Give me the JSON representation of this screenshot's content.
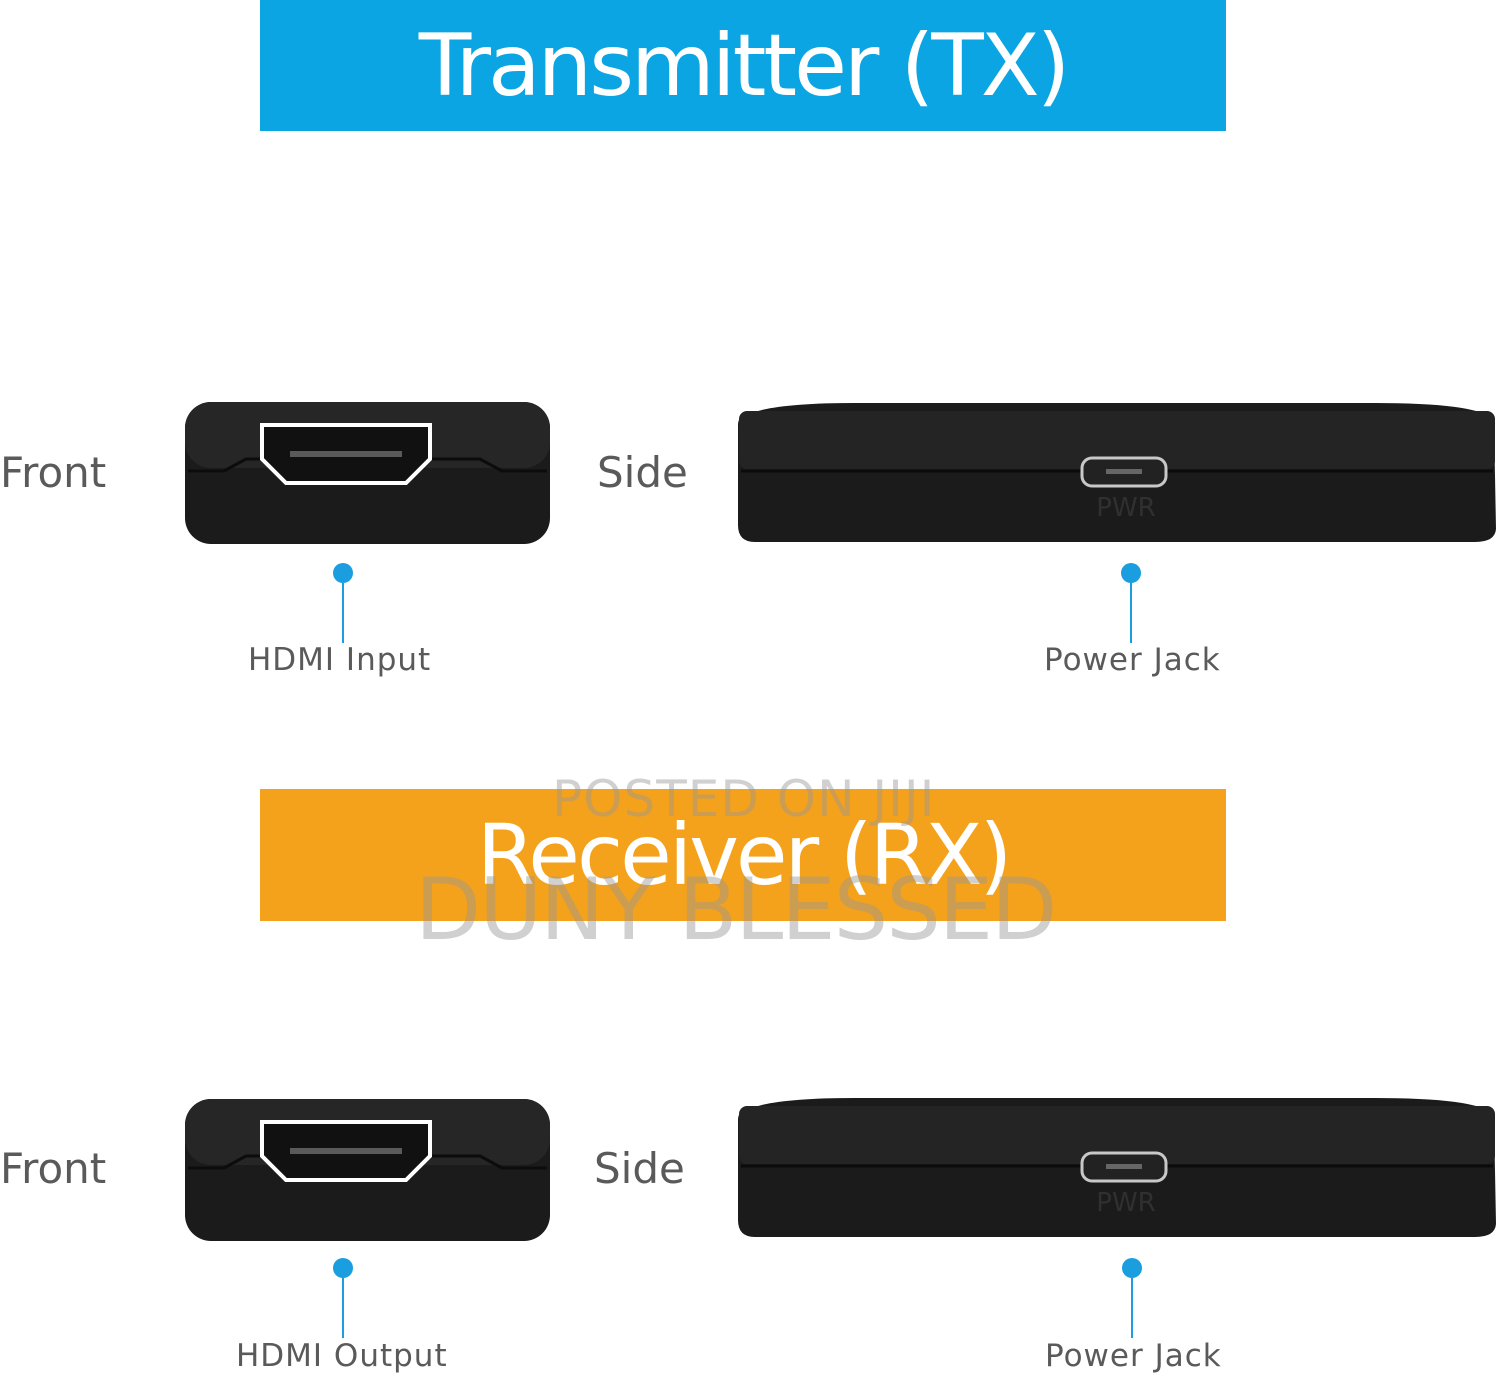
{
  "colors": {
    "tx_banner": "#0aa5e2",
    "rx_banner": "#f4a21c",
    "accent": "#1a9ee0",
    "device": "#1b1b1b"
  },
  "transmitter": {
    "title": "Transmitter (TX)",
    "front_label": "Front",
    "side_label": "Side",
    "front_port_label": "HDMI Input",
    "side_port_label": "Power Jack",
    "pwr_text": "PWR"
  },
  "receiver": {
    "title": "Receiver (RX)",
    "front_label": "Front",
    "side_label": "Side",
    "front_port_label": "HDMI Output",
    "side_port_label": "Power Jack",
    "pwr_text": "PWR"
  },
  "watermark": {
    "line1": "POSTED ON JIJI",
    "line2": "DUNY BLESSED"
  }
}
